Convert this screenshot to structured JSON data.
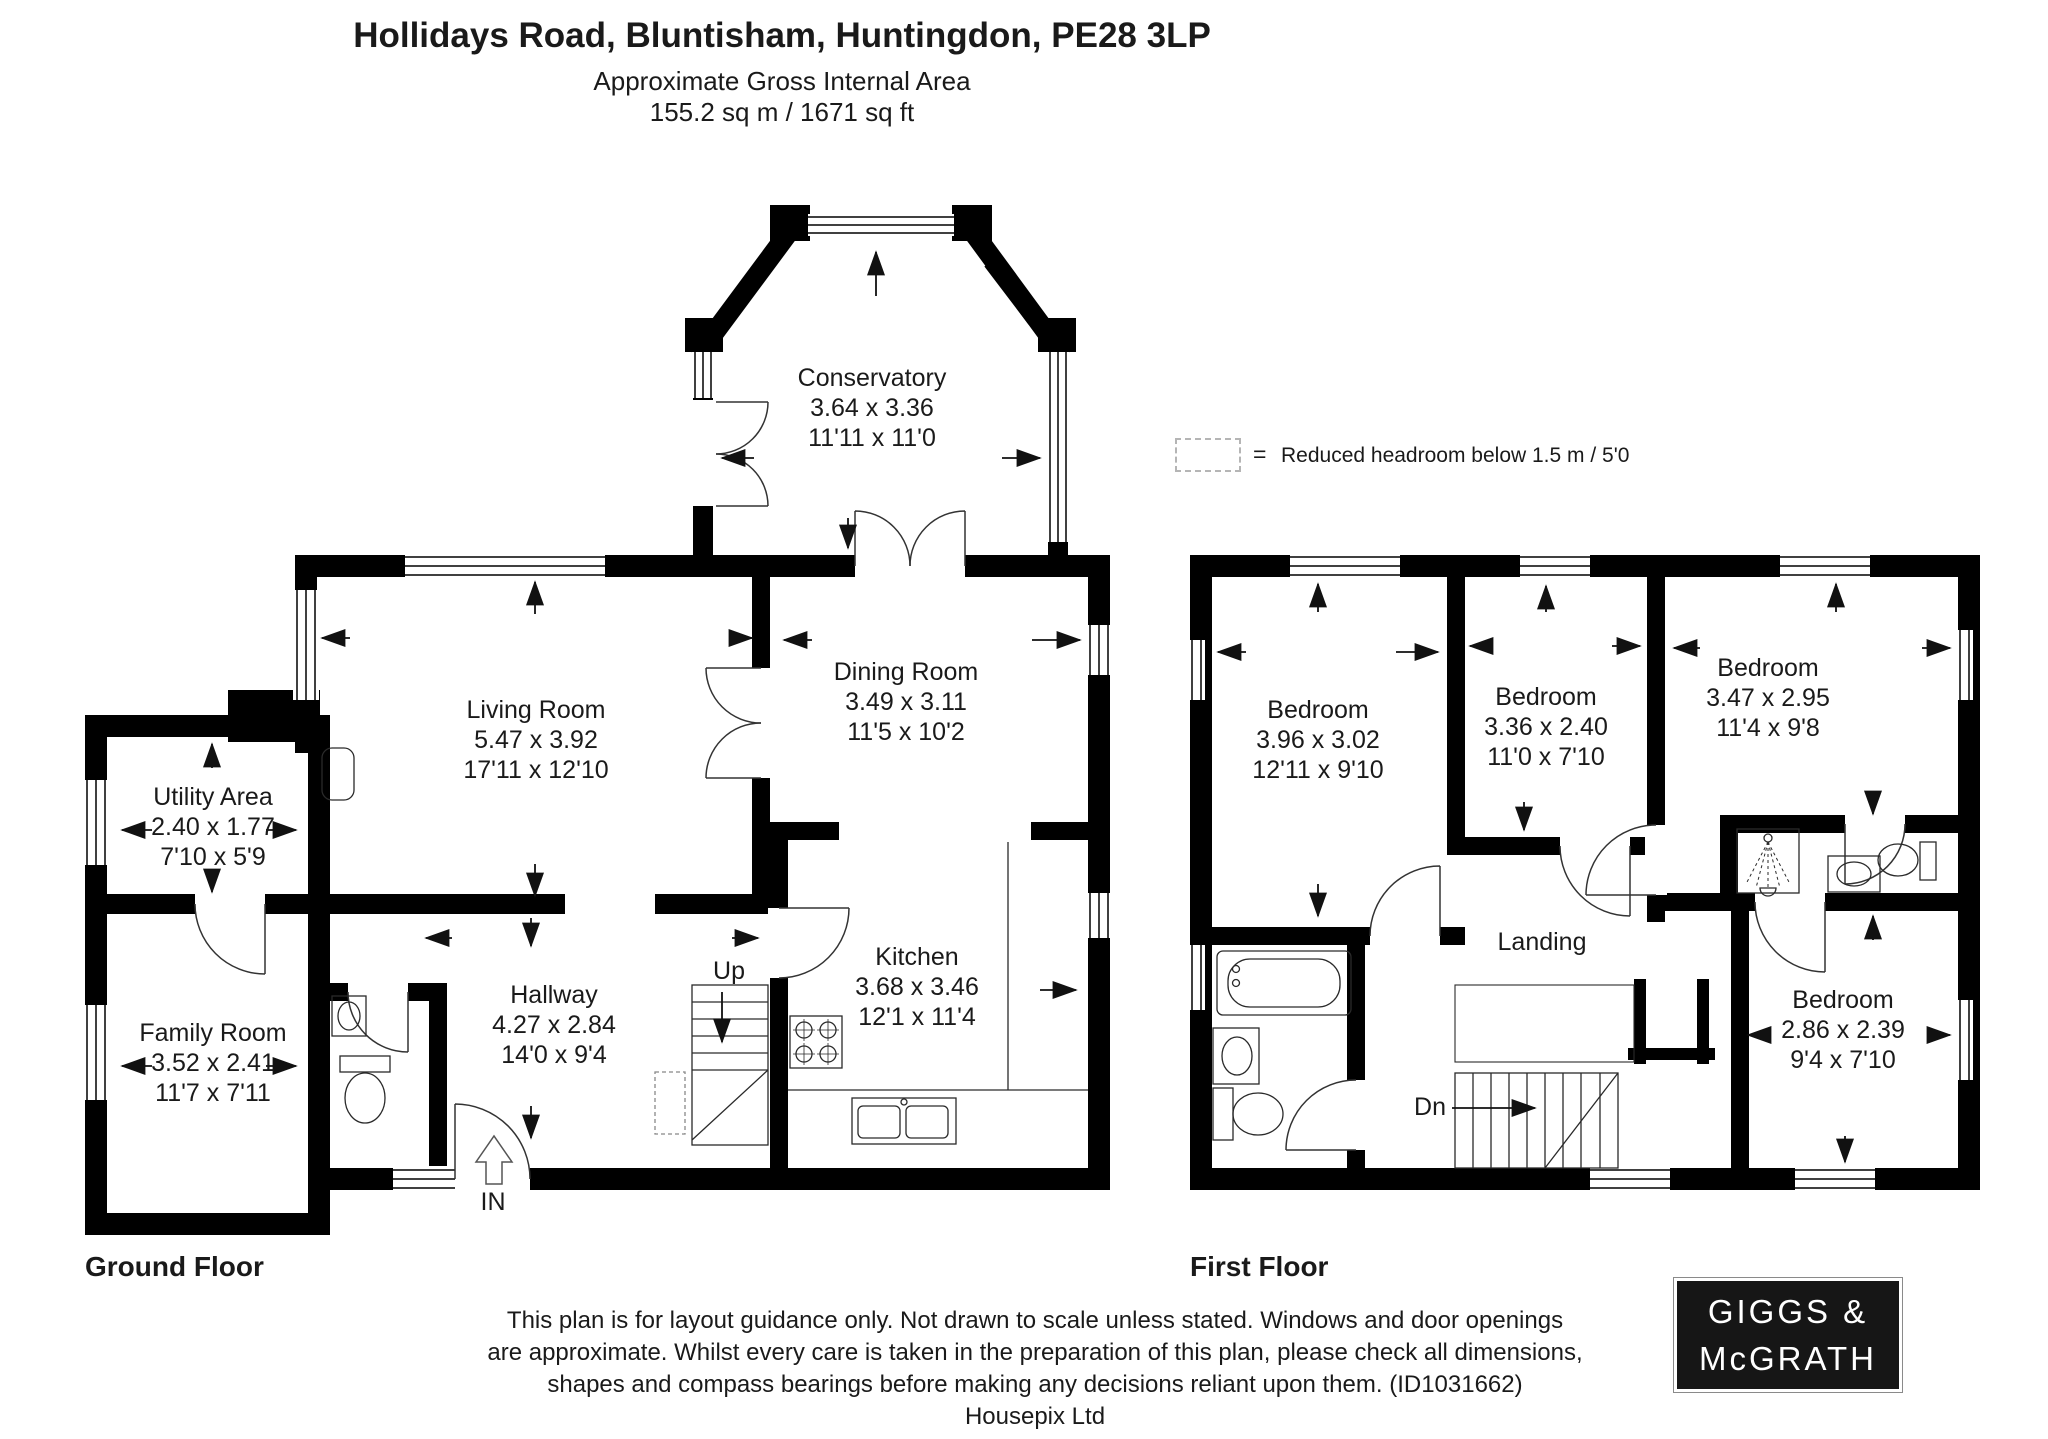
{
  "header": {
    "title": "Hollidays Road, Bluntisham, Huntingdon, PE28 3LP",
    "subtitle": "Approximate Gross Internal Area",
    "area": "155.2 sq m / 1671 sq ft"
  },
  "legend": {
    "equals": "=",
    "label": "Reduced headroom below 1.5 m / 5'0"
  },
  "ground_floor": {
    "label": "Ground Floor",
    "rooms": [
      {
        "name": "Conservatory",
        "metric": "3.64 x 3.36",
        "imperial": "11'11 x 11'0"
      },
      {
        "name": "Living Room",
        "metric": "5.47 x 3.92",
        "imperial": "17'11 x 12'10"
      },
      {
        "name": "Dining Room",
        "metric": "3.49 x 3.11",
        "imperial": "11'5 x 10'2"
      },
      {
        "name": "Utility Area",
        "metric": "2.40 x 1.77",
        "imperial": "7'10 x 5'9"
      },
      {
        "name": "Family Room",
        "metric": "3.52 x 2.41",
        "imperial": "11'7 x 7'11"
      },
      {
        "name": "Hallway",
        "metric": "4.27 x 2.84",
        "imperial": "14'0 x 9'4"
      },
      {
        "name": "Kitchen",
        "metric": "3.68 x 3.46",
        "imperial": "12'1 x 11'4"
      }
    ],
    "annotations": {
      "up": "Up",
      "entrance": "IN"
    }
  },
  "first_floor": {
    "label": "First Floor",
    "rooms": [
      {
        "name": "Bedroom",
        "metric": "3.96 x 3.02",
        "imperial": "12'11 x 9'10"
      },
      {
        "name": "Bedroom",
        "metric": "3.36 x 2.40",
        "imperial": "11'0 x 7'10"
      },
      {
        "name": "Bedroom",
        "metric": "3.47 x 2.95",
        "imperial": "11'4 x 9'8"
      },
      {
        "name": "Landing"
      },
      {
        "name": "Bedroom",
        "metric": "2.86 x 2.39",
        "imperial": "9'4 x 7'10"
      }
    ],
    "annotations": {
      "down": "Dn"
    }
  },
  "footer": {
    "line1": "This plan is for layout guidance only. Not drawn to scale unless stated. Windows and door openings",
    "line2": "are approximate. Whilst every care is taken in the preparation of this plan, please check all dimensions,",
    "line3": "shapes and compass bearings before making any decisions reliant upon them. (ID1031662)",
    "line4": "Housepix Ltd"
  },
  "logo": {
    "line1": "GIGGS &",
    "line2": "McGRATH",
    "bg": "#161616",
    "fg": "#ffffff"
  }
}
